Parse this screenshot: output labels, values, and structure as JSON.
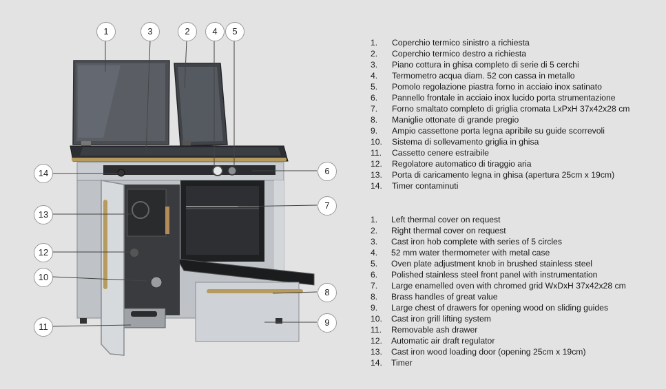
{
  "callouts": {
    "c1": "1",
    "c2": "2",
    "c3": "3",
    "c4": "4",
    "c5": "5",
    "c6": "6",
    "c7": "7",
    "c8": "8",
    "c9": "9",
    "c10": "10",
    "c11": "11",
    "c12": "12",
    "c13": "13",
    "c14": "14"
  },
  "legend_it": [
    {
      "num": "1.",
      "text": "Coperchio termico sinistro a richiesta"
    },
    {
      "num": "2.",
      "text": "Coperchio termico destro a richiesta"
    },
    {
      "num": "3.",
      "text": "Piano cottura in ghisa completo di serie di 5 cerchi"
    },
    {
      "num": "4.",
      "text": "Termometro acqua diam. 52 con cassa in metallo"
    },
    {
      "num": "5.",
      "text": "Pomolo regolazione piastra forno in acciaio inox satinato"
    },
    {
      "num": "6.",
      "text": "Pannello frontale in acciaio inox lucido porta strumentazione"
    },
    {
      "num": "7.",
      "text": "Forno smaltato completo di griglia cromata  LxPxH 37x42x28 cm"
    },
    {
      "num": "8.",
      "text": "Maniglie ottonate di grande pregio"
    },
    {
      "num": "9.",
      "text": "Ampio cassettone porta legna apribile su guide scorrevoli"
    },
    {
      "num": "10.",
      "text": "Sistema di sollevamento griglia in ghisa"
    },
    {
      "num": "11.",
      "text": "Cassetto cenere estraibile"
    },
    {
      "num": "12.",
      "text": "Regolatore automatico di tiraggio aria"
    },
    {
      "num": "13.",
      "text": "Porta di caricamento legna in ghisa (apertura 25cm x 19cm)"
    },
    {
      "num": "14.",
      "text": "Timer contaminuti"
    }
  ],
  "legend_en": [
    {
      "num": "1.",
      "text": "Left thermal cover on request"
    },
    {
      "num": "2.",
      "text": "Right thermal cover on request"
    },
    {
      "num": "3.",
      "text": "Cast iron hob complete with series of 5 circles"
    },
    {
      "num": "4.",
      "text": "52 mm water thermometer with metal case"
    },
    {
      "num": "5.",
      "text": "Oven plate adjustment knob in brushed stainless steel"
    },
    {
      "num": "6.",
      "text": "Polished stainless steel front panel with instrumentation"
    },
    {
      "num": "7.",
      "text": "Large enamelled oven with chromed grid WxDxH 37x42x28 cm"
    },
    {
      "num": "8.",
      "text": "Brass handles of great value"
    },
    {
      "num": "9.",
      "text": "Large chest of drawers for opening wood on sliding guides"
    },
    {
      "num": "10.",
      "text": "Cast iron grill lifting system"
    },
    {
      "num": "11.",
      "text": "Removable ash drawer"
    },
    {
      "num": "12.",
      "text": "Automatic air draft regulator"
    },
    {
      "num": "13.",
      "text": "Cast iron wood loading door (opening 25cm x 19cm)"
    },
    {
      "num": "14.",
      "text": "Timer"
    }
  ]
}
